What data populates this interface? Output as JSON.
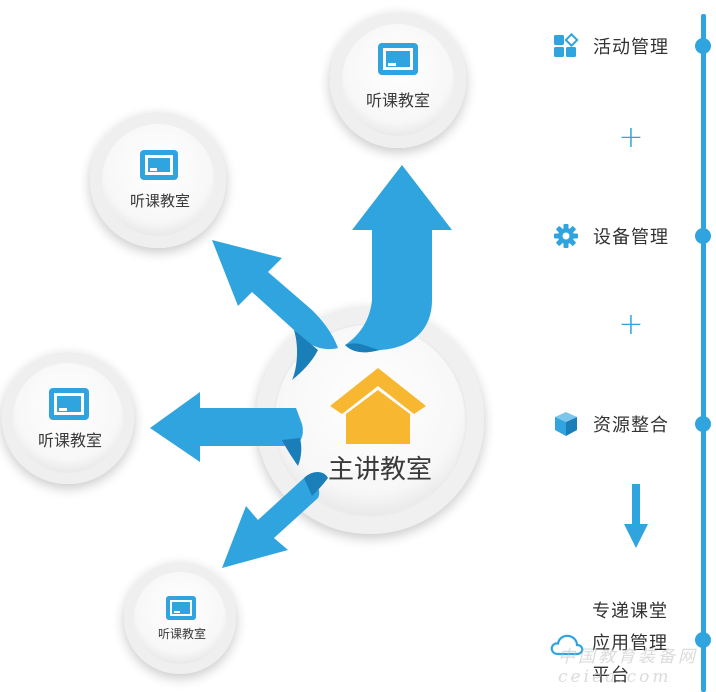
{
  "center": {
    "label": "主讲教室"
  },
  "classrooms": [
    {
      "id": "top",
      "label": "听课教室"
    },
    {
      "id": "upper-left",
      "label": "听课教室"
    },
    {
      "id": "left",
      "label": "听课教室"
    },
    {
      "id": "bottom",
      "label": "听课教室"
    }
  ],
  "sidebar": {
    "items": [
      {
        "label": "活动管理",
        "icon": "grid-diamond-icon"
      },
      {
        "label": "设备管理",
        "icon": "gear-icon"
      },
      {
        "label": "资源整合",
        "icon": "cube-icon"
      }
    ],
    "plus_symbol": "+",
    "platform_lines": [
      "专递课堂",
      "应用管理",
      "平台"
    ],
    "platform_icon": "cloud-icon"
  },
  "watermark": "中国教育装备网 ceiea.com",
  "colors": {
    "arrow": "#2fa4df",
    "arrow_dark": "#1a7fb8",
    "house": "#f7b731",
    "text": "#333333",
    "rail": "#2fa4df"
  }
}
